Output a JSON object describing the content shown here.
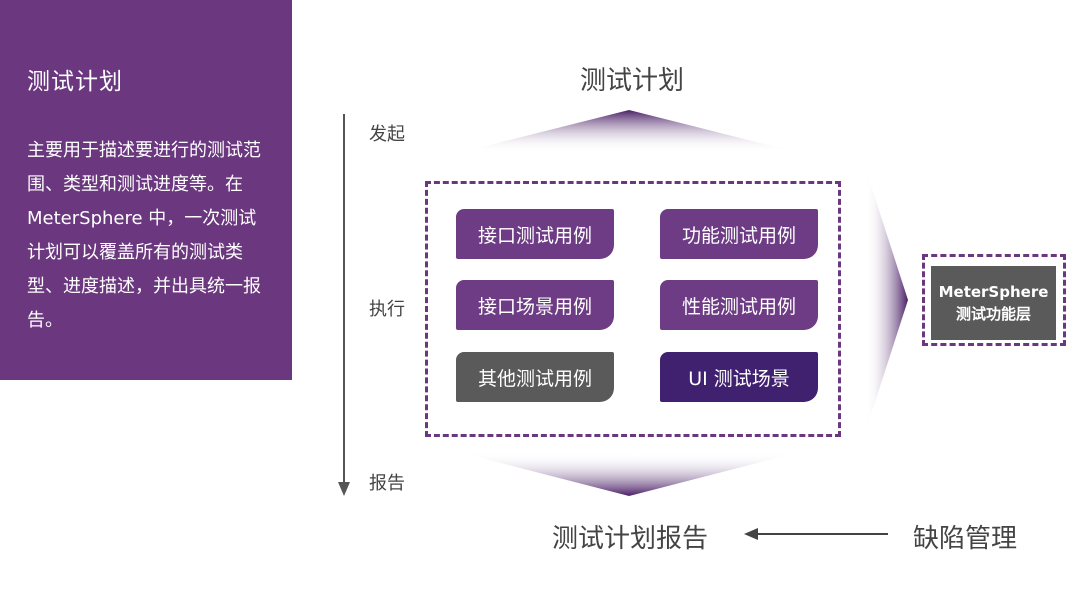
{
  "side_panel": {
    "title": "测试计划",
    "description": "主要用于描述要进行的测试范围、类型和测试进度等。在 MeterSphere 中，一次测试计划可以覆盖所有的测试类型、进度描述，并出具统一报告。"
  },
  "timeline": {
    "start_label": "发起",
    "middle_label": "执行",
    "end_label": "报告"
  },
  "top_label": "测试计划",
  "cases": {
    "api_case": "接口测试用例",
    "functional_case": "功能测试用例",
    "api_scenario": "接口场景用例",
    "performance_case": "性能测试用例",
    "other_case": "其他测试用例",
    "ui_scenario": "UI 测试场景"
  },
  "metersphere": {
    "line1": "MeterSphere",
    "line2": "测试功能层"
  },
  "report_label": "测试计划报告",
  "defect_label": "缺陷管理",
  "colors": {
    "primary_purple": "#6b387f",
    "dark_gray": "#5a5a5a",
    "indigo": "#3f2170"
  }
}
